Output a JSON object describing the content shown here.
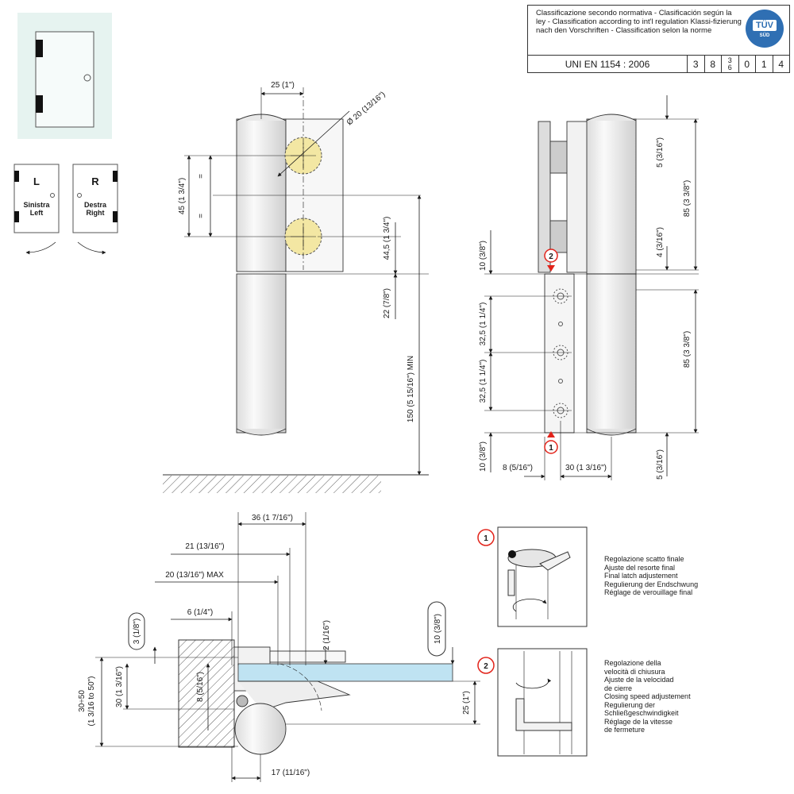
{
  "classification": {
    "text": "Classificazione secondo normativa - Clasificación según la ley - Classification according to int'l regulation Klassi-fizierung nach den Vorschriften - Classification selon la norme",
    "standard": "UNI  EN  1154 : 2006",
    "digits": [
      "3",
      "8",
      "3/6",
      "0",
      "1",
      "4"
    ],
    "badge_main": "TÜV",
    "badge_sub": "SÜD"
  },
  "door_types": {
    "left": {
      "letter": "L",
      "line1": "Sinistra",
      "line2": "Left"
    },
    "right": {
      "letter": "R",
      "line1": "Destra",
      "line2": "Right"
    }
  },
  "front_view": {
    "dims": {
      "top_width": "25 (1\")",
      "diameter": "Ø 20 (13/16\")",
      "spacing": "45 (1 3/4\")",
      "equal": "=",
      "offset": "44,5 (1 3/4\")",
      "gap": "22 (7/8\")",
      "min_height": "150 (5 15/16\") MIN"
    }
  },
  "side_view": {
    "dims": {
      "top_5": "5 (3/16\")",
      "top_85": "85 (3 3/8\")",
      "d4": "4 (3/16\")",
      "d10_top": "10 (3/8\")",
      "d32a": "32,5 (1 1/4\")",
      "d32b": "32,5 (1 1/4\")",
      "bottom_85": "85 (3 3/8\")",
      "d10_bottom": "10 (3/8\")",
      "d8": "8 (5/16\")",
      "d30": "30 (1 3/16\")",
      "bottom_5": "5 (3/16\")"
    },
    "markers": [
      "2",
      "1"
    ]
  },
  "plan_view": {
    "dims": {
      "d36": "36 (1 7/16\")",
      "d21": "21 (13/16\")",
      "d20max": "20 (13/16\") MAX",
      "d6": "6 (1/4\")",
      "d3": "3 (1/8\")",
      "d2": "2 (1/16\")",
      "d10": "10 (3/8\")",
      "d30": "30 (1 3/16\")",
      "d8": "8 (5/16\")",
      "d30_50_a": "30÷50",
      "d30_50_b": "(1 3/16 to 50\")",
      "d25": "25 (1\")",
      "d17": "17 (11/16\")"
    }
  },
  "adjustments": [
    {
      "num": "1",
      "lines": [
        "Regolazione scatto finale",
        "Ajuste del resorte final",
        "Final latch adjustement",
        "Regulierung der Endschwung",
        "Réglage de verouillage final"
      ]
    },
    {
      "num": "2",
      "lines": [
        "Regolazione della",
        "velocità di chiusura",
        "Ajuste de la velocidad",
        "de cierre",
        "Closing speed adjustement",
        "Regulierung der",
        "Schließgeschwindigkeit",
        "Réglage de la vitesse",
        "de fermeture"
      ]
    }
  ],
  "colors": {
    "accent_red": "#e2231a",
    "glass": "#bfe3f2",
    "hole": "#f3e7a3",
    "door_panel": "#e6f3f0"
  }
}
